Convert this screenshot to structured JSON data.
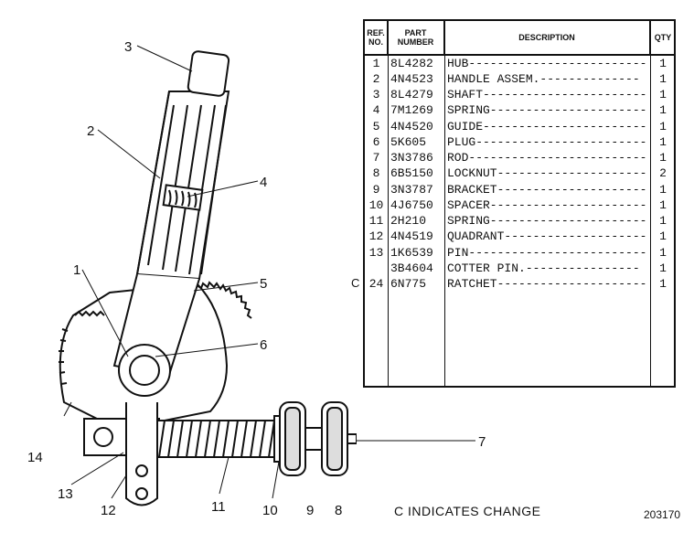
{
  "table": {
    "headers": {
      "ref": "REF. NO.",
      "part": "PART NUMBER",
      "description": "DESCRIPTION",
      "qty": "QTY"
    },
    "rows": [
      {
        "ref": "1",
        "part": "8L4282",
        "description": "HUB-------------------------",
        "qty": "1"
      },
      {
        "ref": "2",
        "part": "4N4523",
        "description": "HANDLE ASSEM.--------------",
        "qty": "1"
      },
      {
        "ref": "3",
        "part": "8L4279",
        "description": "SHAFT-----------------------",
        "qty": "1"
      },
      {
        "ref": "4",
        "part": "7M1269",
        "description": "SPRING----------------------",
        "qty": "1"
      },
      {
        "ref": "5",
        "part": "4N4520",
        "description": "GUIDE-----------------------",
        "qty": "1"
      },
      {
        "ref": "6",
        "part": "5K605",
        "description": "PLUG------------------------",
        "qty": "1"
      },
      {
        "ref": "7",
        "part": "3N3786",
        "description": "ROD-------------------------",
        "qty": "1"
      },
      {
        "ref": "8",
        "part": "6B5150",
        "description": "LOCKNUT---------------------",
        "qty": "2"
      },
      {
        "ref": "9",
        "part": "3N3787",
        "description": "BRACKET---------------------",
        "qty": "1"
      },
      {
        "ref": "10",
        "part": "4J6750",
        "description": "SPACER----------------------",
        "qty": "1"
      },
      {
        "ref": "11",
        "part": "2H210",
        "description": "SPRING----------------------",
        "qty": "1"
      },
      {
        "ref": "12",
        "part": "4N4519",
        "description": "QUADRANT--------------------",
        "qty": "1"
      },
      {
        "ref": "13",
        "part": "1K6539",
        "description": "PIN-------------------------",
        "qty": "1"
      },
      {
        "ref": "",
        "part": "3B4604",
        "description": "COTTER PIN.----------------",
        "qty": "1"
      },
      {
        "ref": "24",
        "part": "6N775",
        "description": "RATCHET---------------------",
        "qty": "1"
      }
    ],
    "change_mark": "C"
  },
  "callouts": [
    "1",
    "2",
    "3",
    "4",
    "5",
    "6",
    "7",
    "8",
    "9",
    "10",
    "11",
    "12",
    "13",
    "14"
  ],
  "note": "C INDICATES CHANGE",
  "drawing_number": "203170"
}
